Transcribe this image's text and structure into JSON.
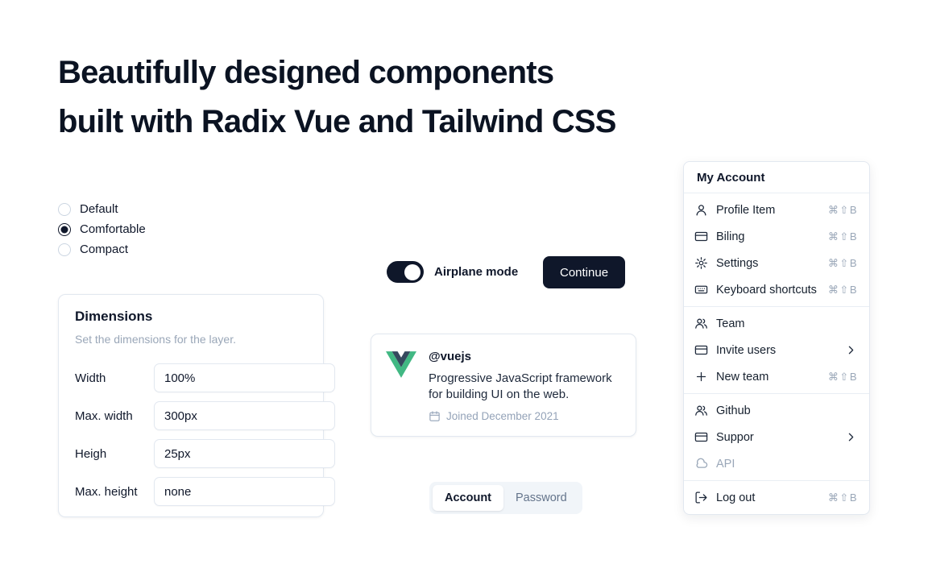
{
  "heading": {
    "line1": "Beautifully designed components",
    "line2": "built with Radix Vue and Tailwind CSS"
  },
  "radio_group": {
    "options": [
      {
        "label": "Default",
        "selected": false
      },
      {
        "label": "Comfortable",
        "selected": true
      },
      {
        "label": "Compact",
        "selected": false
      }
    ]
  },
  "dimensions_card": {
    "title": "Dimensions",
    "subtitle": "Set the dimensions for the layer.",
    "fields": [
      {
        "label": "Width",
        "value": "100%"
      },
      {
        "label": "Max. width",
        "value": "300px"
      },
      {
        "label": "Heigh",
        "value": "25px"
      },
      {
        "label": "Max. height",
        "value": "none"
      }
    ]
  },
  "airplane": {
    "label": "Airplane mode",
    "on": true
  },
  "continue_button": {
    "label": "Continue"
  },
  "vue_card": {
    "handle": "@vuejs",
    "description": "Progressive JavaScript framework for building UI on the web.",
    "joined": "Joined December 2021",
    "logo_colors": {
      "green": "#41B883",
      "navy": "#35495E"
    }
  },
  "tabs": {
    "items": [
      {
        "label": "Account",
        "active": true
      },
      {
        "label": "Password",
        "active": false
      }
    ]
  },
  "menu": {
    "title": "My Account",
    "groups": [
      {
        "items": [
          {
            "label": "Profile Item",
            "icon": "user",
            "shortcut": "⌘⇧B"
          },
          {
            "label": "Biling",
            "icon": "credit-card",
            "shortcut": "⌘⇧B"
          },
          {
            "label": "Settings",
            "icon": "gear",
            "shortcut": "⌘⇧B"
          },
          {
            "label": "Keyboard shortcuts",
            "icon": "keyboard",
            "shortcut": "⌘⇧B"
          }
        ]
      },
      {
        "items": [
          {
            "label": "Team",
            "icon": "users"
          },
          {
            "label": "Invite users",
            "icon": "credit-card",
            "chevron": true
          },
          {
            "label": "New team",
            "icon": "plus",
            "shortcut": "⌘⇧B"
          }
        ]
      },
      {
        "items": [
          {
            "label": "Github",
            "icon": "users"
          },
          {
            "label": "Suppor",
            "icon": "credit-card",
            "chevron": true
          },
          {
            "label": "API",
            "icon": "cloud",
            "disabled": true
          }
        ]
      },
      {
        "items": [
          {
            "label": "Log out",
            "icon": "log-out",
            "shortcut": "⌘⇧B"
          }
        ]
      }
    ]
  },
  "colors": {
    "accent_dark": "#0f172a",
    "border": "#e2e8f0",
    "muted_text": "#94a3b8",
    "tab_bg": "#f1f5f9"
  }
}
